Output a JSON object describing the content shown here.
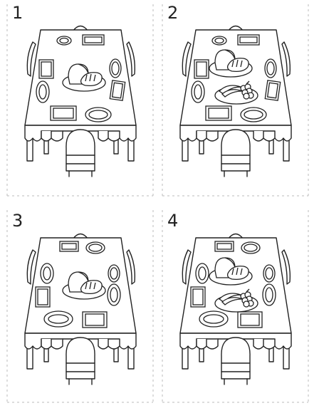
{
  "panels": [
    {
      "number": "1",
      "items": {
        "bread": true,
        "fruit": false
      },
      "variant": "a"
    },
    {
      "number": "2",
      "items": {
        "bread": true,
        "fruit": true
      },
      "variant": "a"
    },
    {
      "number": "3",
      "items": {
        "bread": true,
        "fruit": false
      },
      "variant": "b"
    },
    {
      "number": "4",
      "items": {
        "bread": true,
        "fruit": true
      },
      "variant": "b"
    }
  ],
  "colors": {
    "line": "#222222",
    "page": "#ffffff",
    "frame": "#b8b8b8"
  }
}
